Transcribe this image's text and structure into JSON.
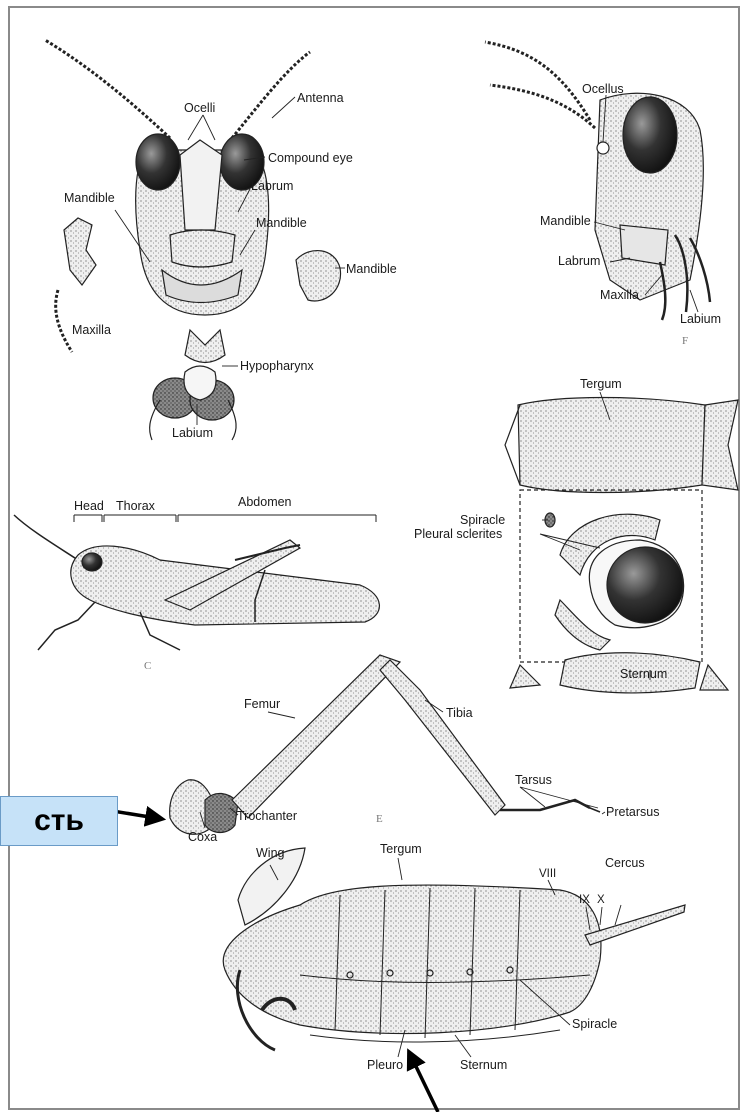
{
  "head_front": {
    "labels": {
      "ocelli": "Ocelli",
      "antenna": "Antenna",
      "compound_eye": "Compound eye",
      "labrum": "Labrum",
      "mandible_left": "Mandible",
      "mandible_inner": "Mandible",
      "mandible_right": "Mandible",
      "maxilla": "Maxilla",
      "hypopharynx": "Hypopharynx",
      "labium": "Labium"
    }
  },
  "head_side": {
    "labels": {
      "ocellus": "Ocellus",
      "mandible": "Mandible",
      "labrum": "Labrum",
      "maxilla": "Maxilla",
      "labium": "Labium"
    },
    "panel_letter": "F"
  },
  "body_regions": {
    "labels": {
      "head": "Head",
      "thorax": "Thorax",
      "abdomen": "Abdomen"
    },
    "panel_letter": "C"
  },
  "segment": {
    "labels": {
      "tergum": "Tergum",
      "spiracle": "Spiracle",
      "pleural_sclerites": "Pleural sclerites",
      "sternum": "Sternum"
    }
  },
  "leg": {
    "labels": {
      "femur": "Femur",
      "tibia": "Tibia",
      "tarsus": "Tarsus",
      "pretarsus": "Pretarsus",
      "trochanter": "Trochanter",
      "coxa": "Coxa"
    },
    "panel_letter": "E"
  },
  "abdomen": {
    "labels": {
      "wing": "Wing",
      "tergum": "Tergum",
      "viii": "VIII",
      "cercus": "Cercus",
      "ix": "IX",
      "x": "X",
      "spiracle": "Spiracle",
      "pleuron": "Pleuro",
      "sternum": "Sternum"
    }
  },
  "callout": {
    "text": "сть"
  },
  "colors": {
    "callout_bg": "#c6e2f8",
    "callout_border": "#6a9bc7",
    "arrow": "#000000"
  }
}
